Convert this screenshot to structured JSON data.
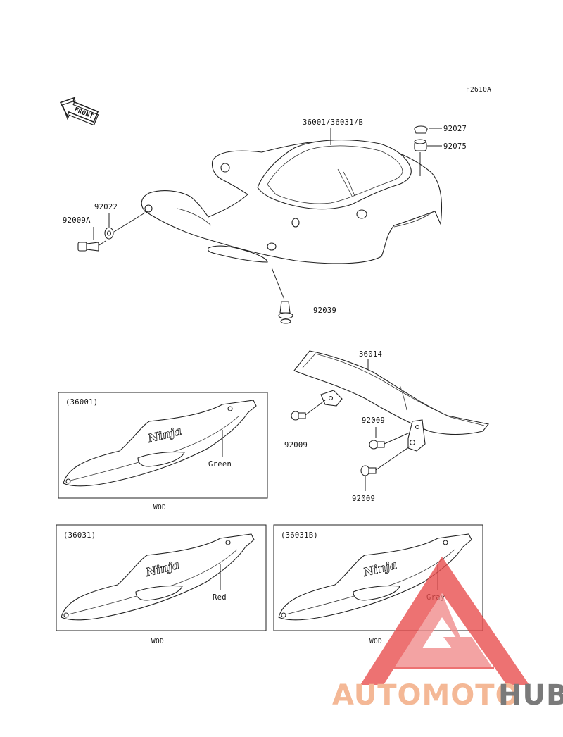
{
  "figure_code": "F2610A",
  "front_arrow_label": "FRONT",
  "parts": {
    "p36001": "36001/36031/B",
    "p92027": "92027",
    "p92075": "92075",
    "p92022": "92022",
    "p92009A": "92009A",
    "p92039": "92039",
    "p36014": "36014",
    "p92009_a": "92009",
    "p92009_b": "92009",
    "p92009_c": "92009"
  },
  "variants": [
    {
      "code": "(36001)",
      "color": "Green",
      "footer": "WOD"
    },
    {
      "code": "(36031)",
      "color": "Red",
      "footer": "WOD"
    },
    {
      "code": "(36031B)",
      "color": "Gray",
      "footer": "WOD"
    }
  ],
  "decal_text": "Ninja",
  "watermark": {
    "part1": "AUTOMOTO",
    "part2": "HUB",
    "color1": "#f4b896",
    "color2": "#7a7a7a",
    "logo_color": "#e84b4b"
  }
}
